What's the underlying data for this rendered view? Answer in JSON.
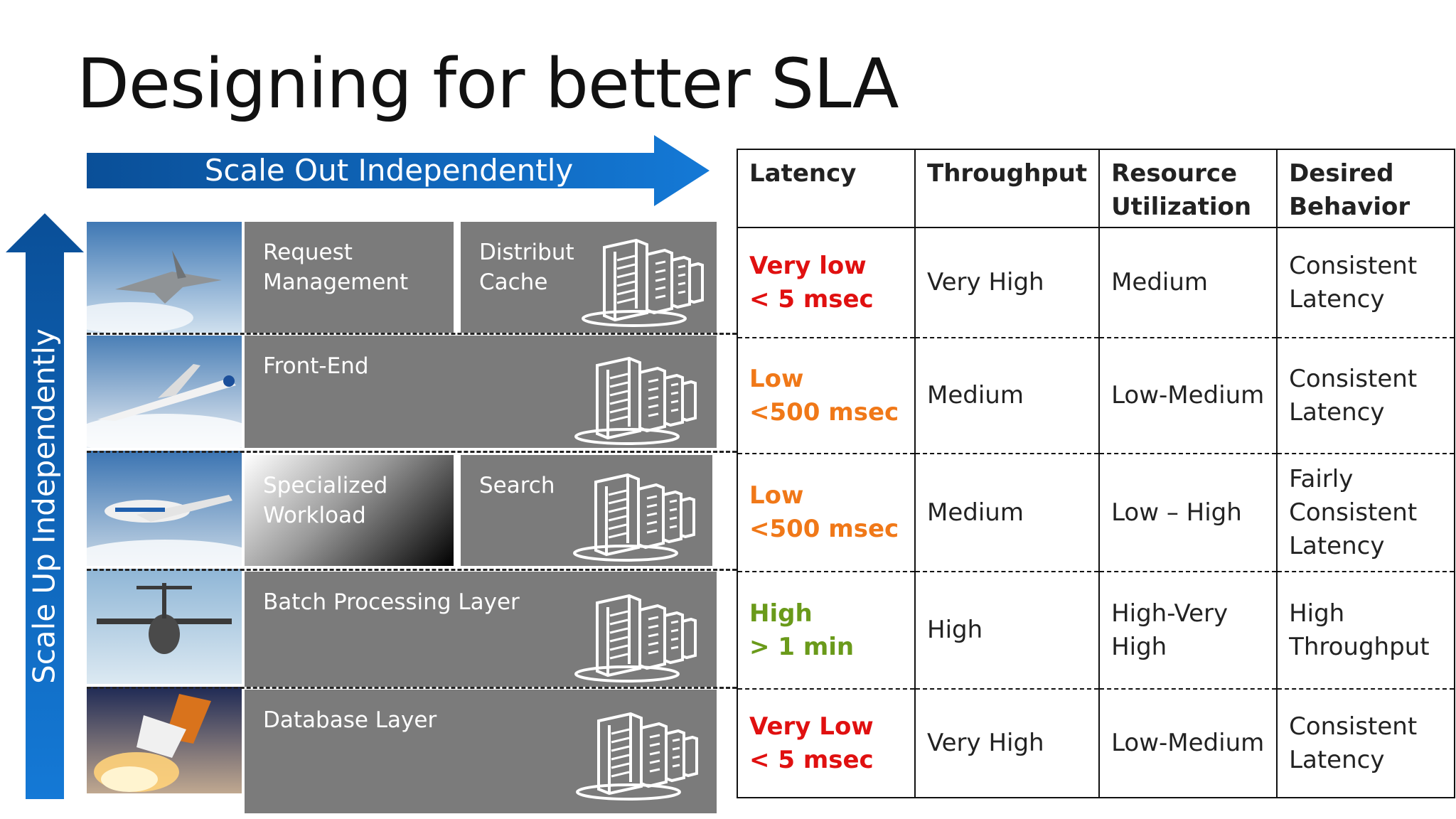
{
  "title": "Designing for better SLA",
  "arrows": {
    "horizontal": "Scale Out Independently",
    "vertical": "Scale Up  Independently",
    "color": "#0a5fb4"
  },
  "layers": {
    "request": "Request\nManagement",
    "cache": "Distribut\nCache",
    "frontend": "Front-End",
    "specialized": "Specialized\nWorkload",
    "search": "Search",
    "batch": "Batch Processing Layer",
    "database": "Database Layer"
  },
  "photos": [
    "fighter-jet-icon",
    "airliner-icon",
    "jumbo-jet-icon",
    "cargo-plane-icon",
    "space-shuttle-icon"
  ],
  "table": {
    "headers": [
      "Latency",
      "Throughput",
      "Resource\nUtilization",
      "Desired\nBehavior"
    ],
    "rows": [
      {
        "latency": "Very low\n< 5 msec",
        "latency_color": "#e01010",
        "throughput": "Very High",
        "utilization": "Medium",
        "behavior": "Consistent\nLatency"
      },
      {
        "latency": "Low\n<500 msec",
        "latency_color": "#f07818",
        "throughput": "Medium",
        "utilization": "Low-Medium",
        "behavior": "Consistent\nLatency"
      },
      {
        "latency": "Low\n<500 msec",
        "latency_color": "#f07818",
        "throughput": "Medium",
        "utilization": "Low – High",
        "behavior": "Fairly\nConsistent\nLatency"
      },
      {
        "latency": "High\n> 1 min",
        "latency_color": "#6a9a1a",
        "throughput": "High",
        "utilization": "High-Very\nHigh",
        "behavior": "High\nThroughput"
      },
      {
        "latency": "Very Low\n< 5 msec",
        "latency_color": "#e01010",
        "throughput": "Very High",
        "utilization": "Low-Medium",
        "behavior": "Consistent\nLatency"
      }
    ]
  }
}
